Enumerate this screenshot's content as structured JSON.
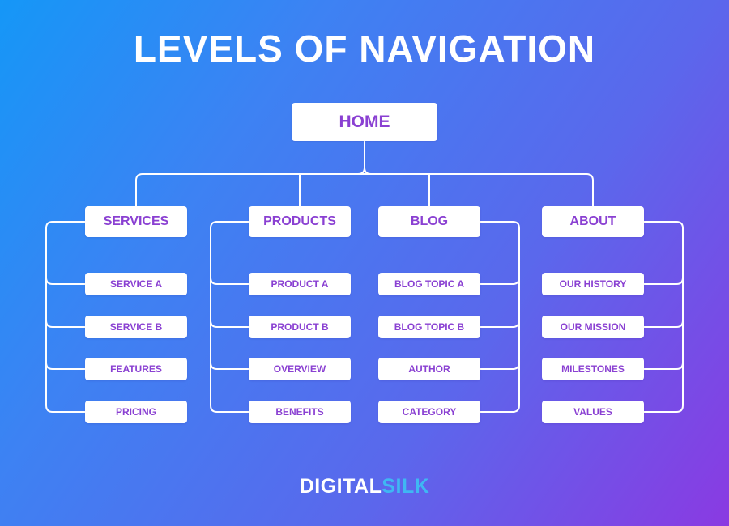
{
  "title": "LEVELS OF NAVIGATION",
  "root": {
    "label": "HOME"
  },
  "sections": [
    {
      "label": "SERVICES",
      "items": [
        "SERVICE A",
        "SERVICE B",
        "FEATURES",
        "PRICING"
      ]
    },
    {
      "label": "PRODUCTS",
      "items": [
        "PRODUCT A",
        "PRODUCT B",
        "OVERVIEW",
        "BENEFITS"
      ]
    },
    {
      "label": "BLOG",
      "items": [
        "BLOG TOPIC A",
        "BLOG TOPIC B",
        "AUTHOR",
        "CATEGORY"
      ]
    },
    {
      "label": "ABOUT",
      "items": [
        "OUR HISTORY",
        "OUR MISSION",
        "MILESTONES",
        "VALUES"
      ]
    }
  ],
  "brand": {
    "part1": "DIGITAL",
    "part2": "SILK"
  },
  "colors": {
    "label_text": "#8a40d2",
    "line": "#ffffff",
    "brand_accent": "#3fb7f3"
  }
}
